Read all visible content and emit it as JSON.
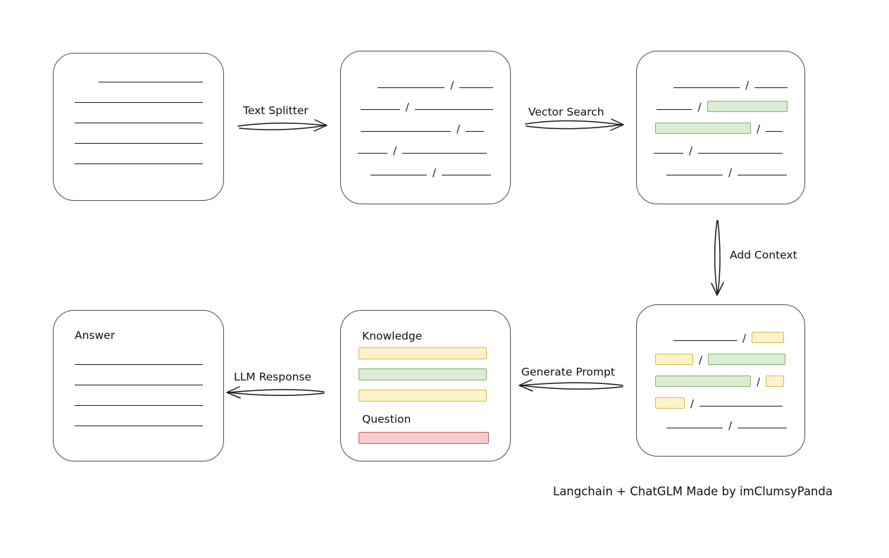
{
  "diagram": {
    "caption": "Langchain + ChatGLM Made by imClumsyPanda",
    "glyphs": {
      "slash": "/"
    },
    "arrows": {
      "text_splitter": "Text Splitter",
      "vector_search": "Vector Search",
      "add_context": "Add Context",
      "generate_prompt": "Generate Prompt",
      "llm_response": "LLM Response"
    },
    "prompt_box": {
      "knowledge_label": "Knowledge",
      "question_label": "Question"
    },
    "answer_box": {
      "title": "Answer"
    },
    "colors": {
      "green_fill": "#daecd2",
      "green_border": "#84b26f",
      "yellow_fill": "#fdf2cb",
      "yellow_border": "#ddb844",
      "red_fill": "#f5cbcb",
      "red_border": "#c35f5f",
      "stroke": "#1b1b1b",
      "node_border": "#4d4d4d"
    }
  }
}
